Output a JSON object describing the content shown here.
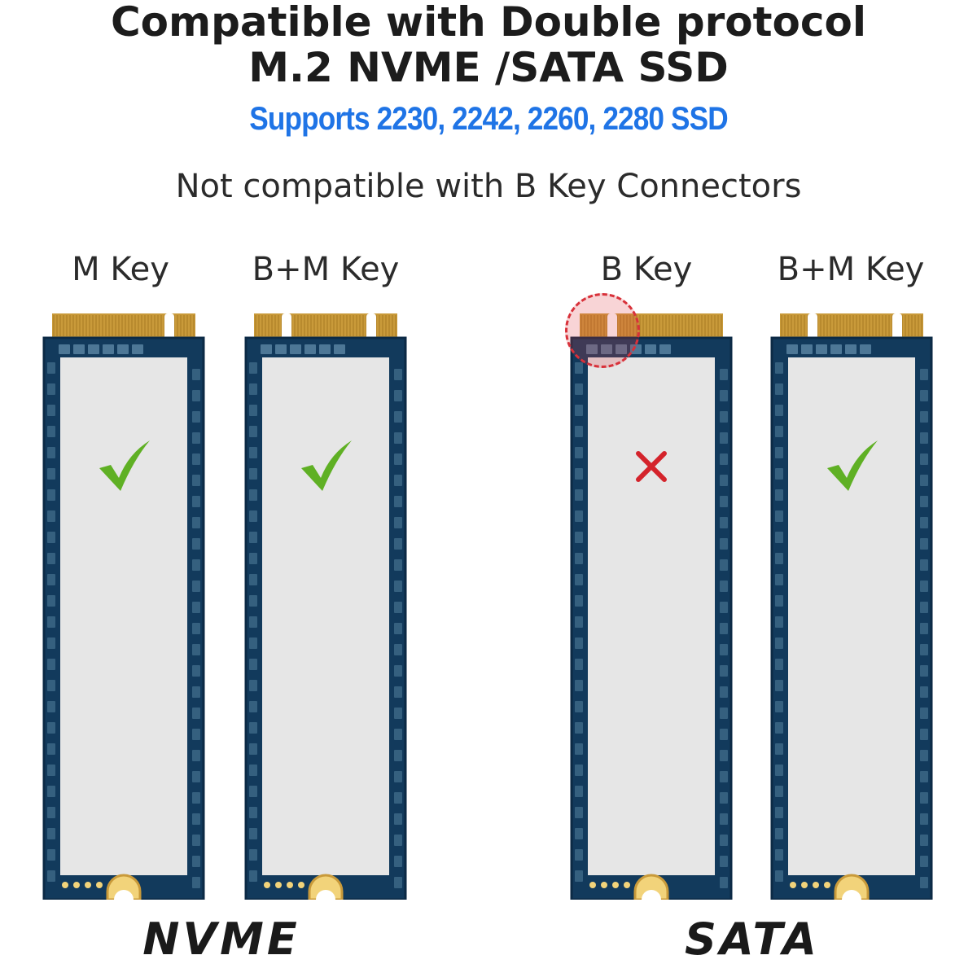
{
  "header": {
    "title_line1": "Compatible with Double protocol",
    "title_line2": "M.2 NVME /SATA SSD",
    "subtitle": "Supports 2230, 2242, 2260, 2280 SSD",
    "note": "Not compatible with B Key Connectors"
  },
  "cards": [
    {
      "label": "M Key",
      "status": "compatible",
      "icon": "check-icon"
    },
    {
      "label": "B+M Key",
      "status": "compatible",
      "icon": "check-icon"
    },
    {
      "label": "B Key",
      "status": "not-compatible",
      "icon": "cross-icon"
    },
    {
      "label": "B+M Key",
      "status": "compatible",
      "icon": "check-icon"
    }
  ],
  "protocols": {
    "left": "NVME",
    "right": "SATA"
  },
  "colors": {
    "title": "#1c1c1c",
    "subtitle": "#1f74e6",
    "pcb": "#123a5c",
    "gold_contacts": "#c99a3a",
    "label_area": "#e6e6e6",
    "check": "#5fb024",
    "cross": "#d4232b",
    "highlight": "#d8313a"
  }
}
